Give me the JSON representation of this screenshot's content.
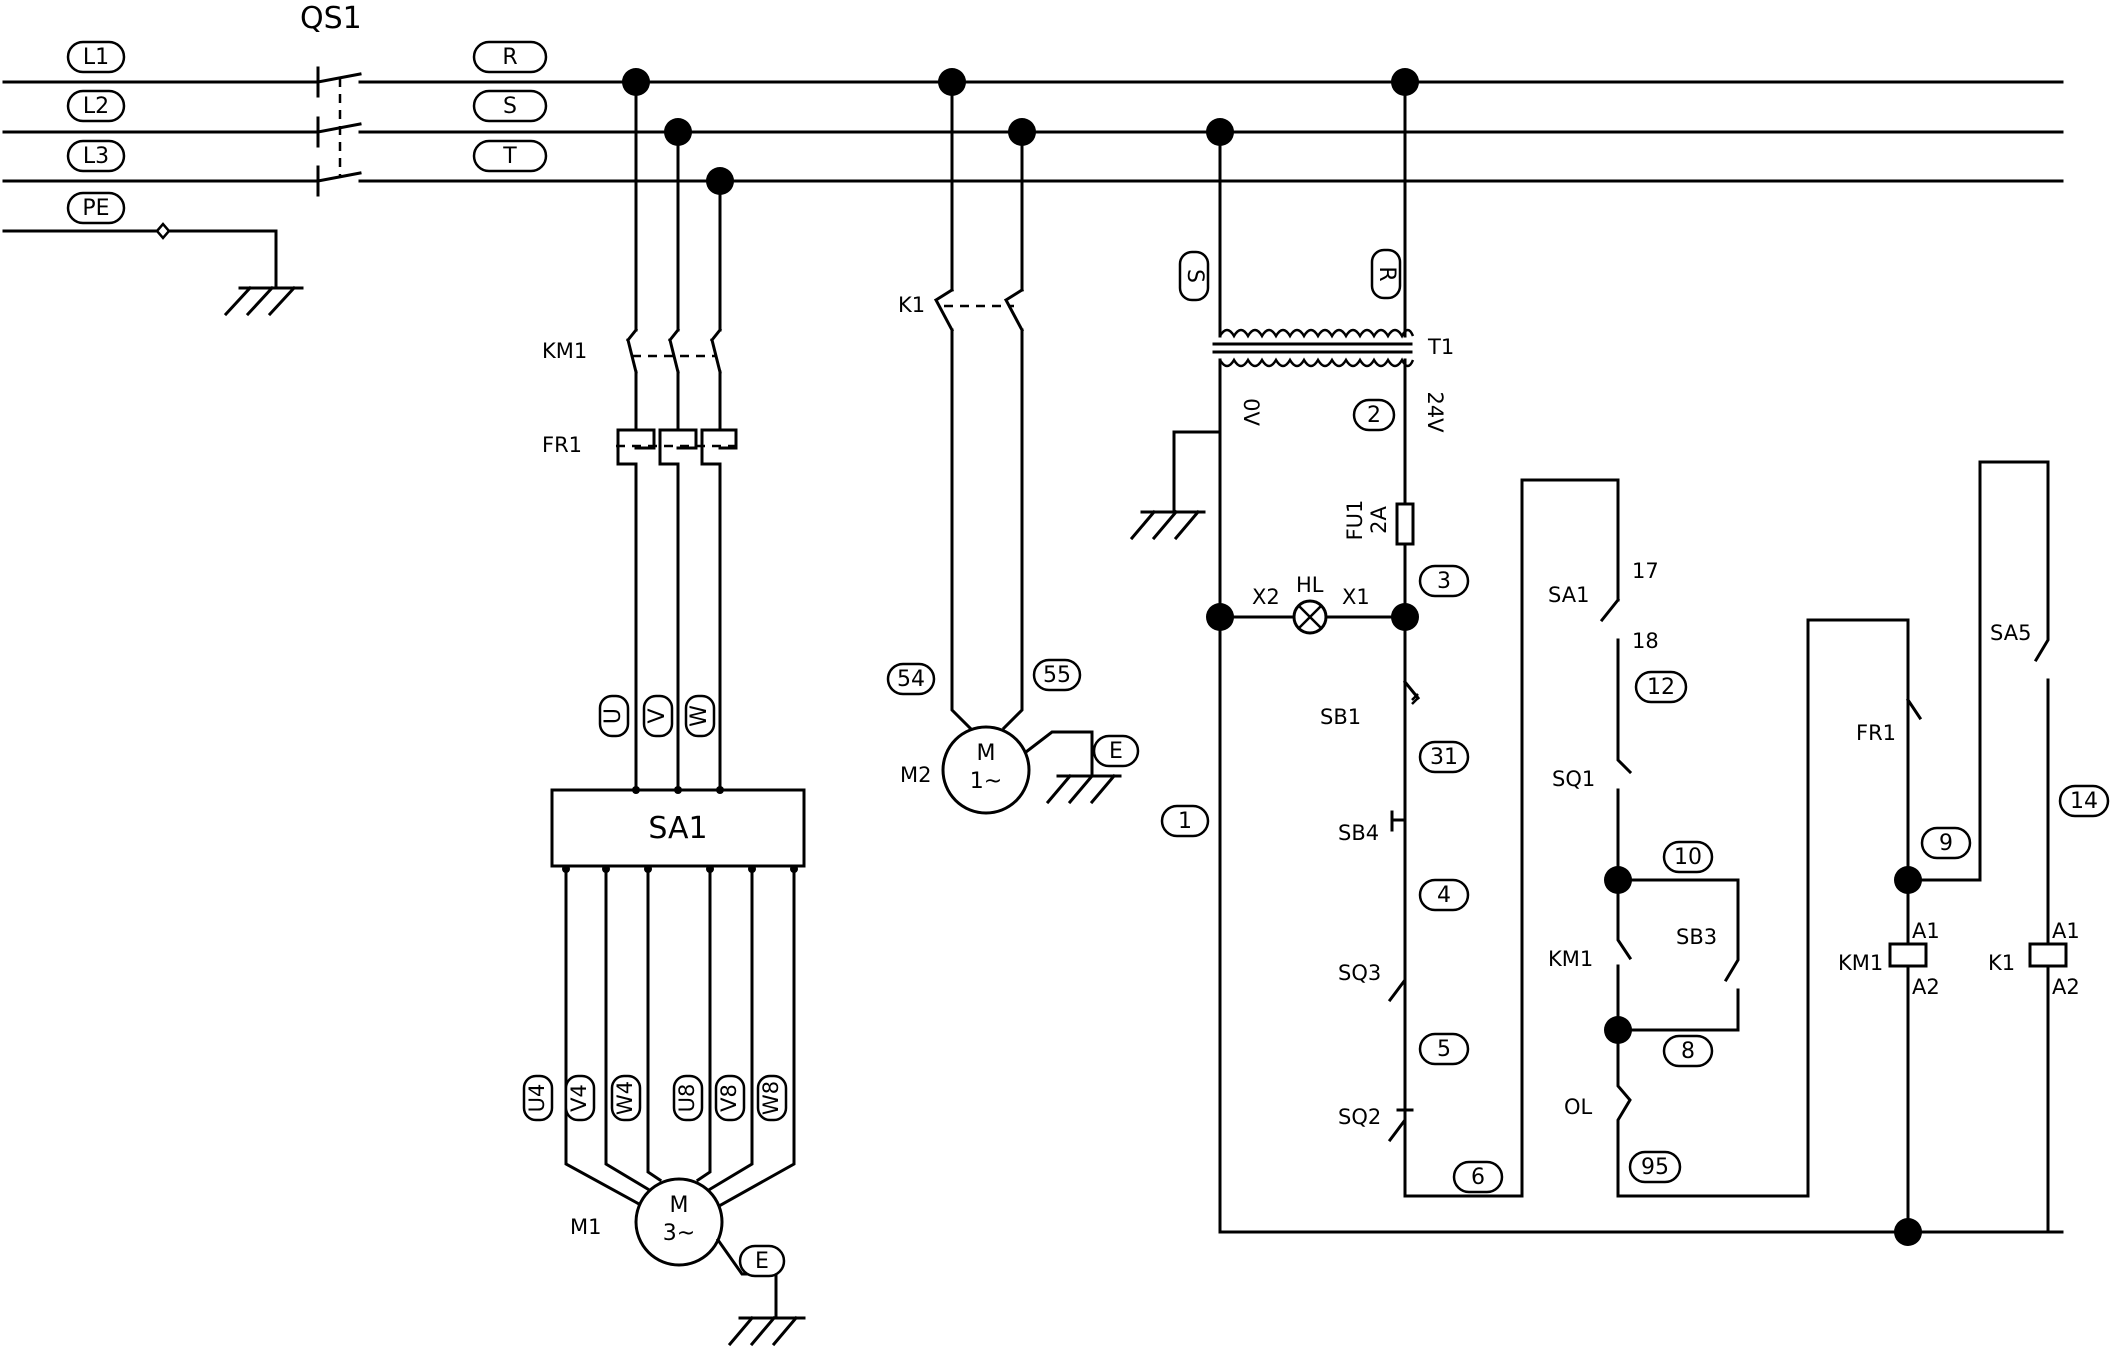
{
  "main_switch": "QS1",
  "supply_terminals": [
    "L1",
    "L2",
    "L3",
    "PE"
  ],
  "phase_labels": [
    "R",
    "S",
    "T"
  ],
  "labels": {
    "KM1_contacts": "KM1",
    "FR1_relay": "FR1",
    "SA1_block": "SA1",
    "M1": "M1",
    "K1_contacts": "K1",
    "M2": "M2",
    "T1": "T1",
    "zero_volt": "0V",
    "v24": "24V",
    "FU1": "FU1",
    "FU1_rating": "2A",
    "X2": "X2",
    "HL": "HL",
    "X1": "X1",
    "SB1": "SB1",
    "SB4": "SB4",
    "SQ3": "SQ3",
    "SQ2": "SQ2",
    "SA1_switch": "SA1",
    "SA1_pin_17": "17",
    "SA1_pin_18": "18",
    "SQ1": "SQ1",
    "KM1_aux": "KM1",
    "SB3": "SB3",
    "OL": "OL",
    "FR1_nc": "FR1",
    "KM1_coil": "KM1",
    "KM1_A1": "A1",
    "KM1_A2": "A2",
    "SA5": "SA5",
    "K1_coil": "K1",
    "K1_A1": "A1",
    "K1_A2": "A2"
  },
  "motor1": {
    "letter": "M",
    "rating": "3~"
  },
  "motor2": {
    "letter": "M",
    "rating": "1~"
  },
  "earth_tag": "E",
  "m1_supply_tags": [
    "U",
    "V",
    "W"
  ],
  "m1_winding_tags": [
    "U4",
    "V4",
    "W4",
    "U8",
    "V8",
    "W8"
  ],
  "transformer_tags": [
    "S",
    "R"
  ],
  "wire_numbers": {
    "w1": "1",
    "w2": "2",
    "w3": "3",
    "w31": "31",
    "w4": "4",
    "w5": "5",
    "w6": "6",
    "w12": "12",
    "w10": "10",
    "w8": "8",
    "w95": "95",
    "w9": "9",
    "w14": "14",
    "w54": "54",
    "w55": "55"
  }
}
